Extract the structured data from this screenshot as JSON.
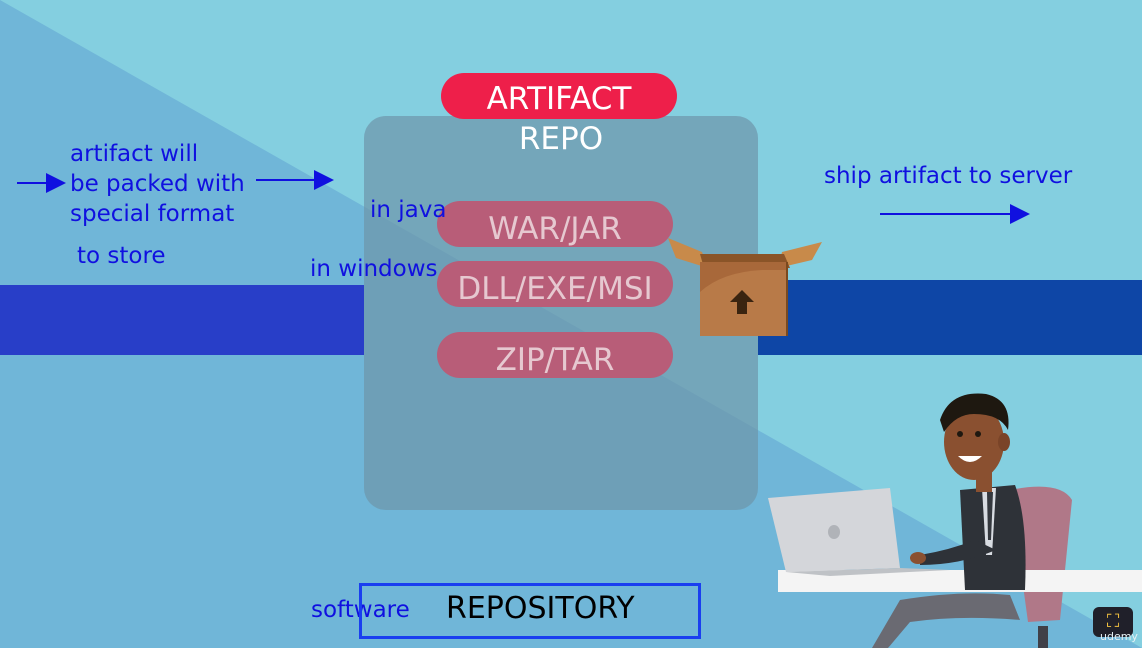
{
  "title": {
    "pill": "ARTIFACT",
    "subtitle": "REPO"
  },
  "formats": [
    {
      "label": "WAR/JAR"
    },
    {
      "label": "DLL/EXE/MSI"
    },
    {
      "label": "ZIP/TAR"
    }
  ],
  "annotations": {
    "left_line1": "artifact will",
    "left_line2": "be packed with",
    "left_line3": "special format",
    "left_line4": "to store",
    "in_java": "in java",
    "in_windows": "in windows",
    "ship": "ship artifact to server",
    "software": "software"
  },
  "footer": {
    "repository": "REPOSITORY",
    "watermark": "udemy"
  },
  "icons": {
    "box": "upload-box-icon",
    "fullscreen": "fullscreen-icon",
    "person": "developer-illustration"
  },
  "colors": {
    "background": "#7ec8dc",
    "pill": "#ee1f4a",
    "format_pill": "#b85d78",
    "annotation": "#1010e0",
    "band_left": "#283ec8",
    "band_right": "#0e46a6"
  }
}
